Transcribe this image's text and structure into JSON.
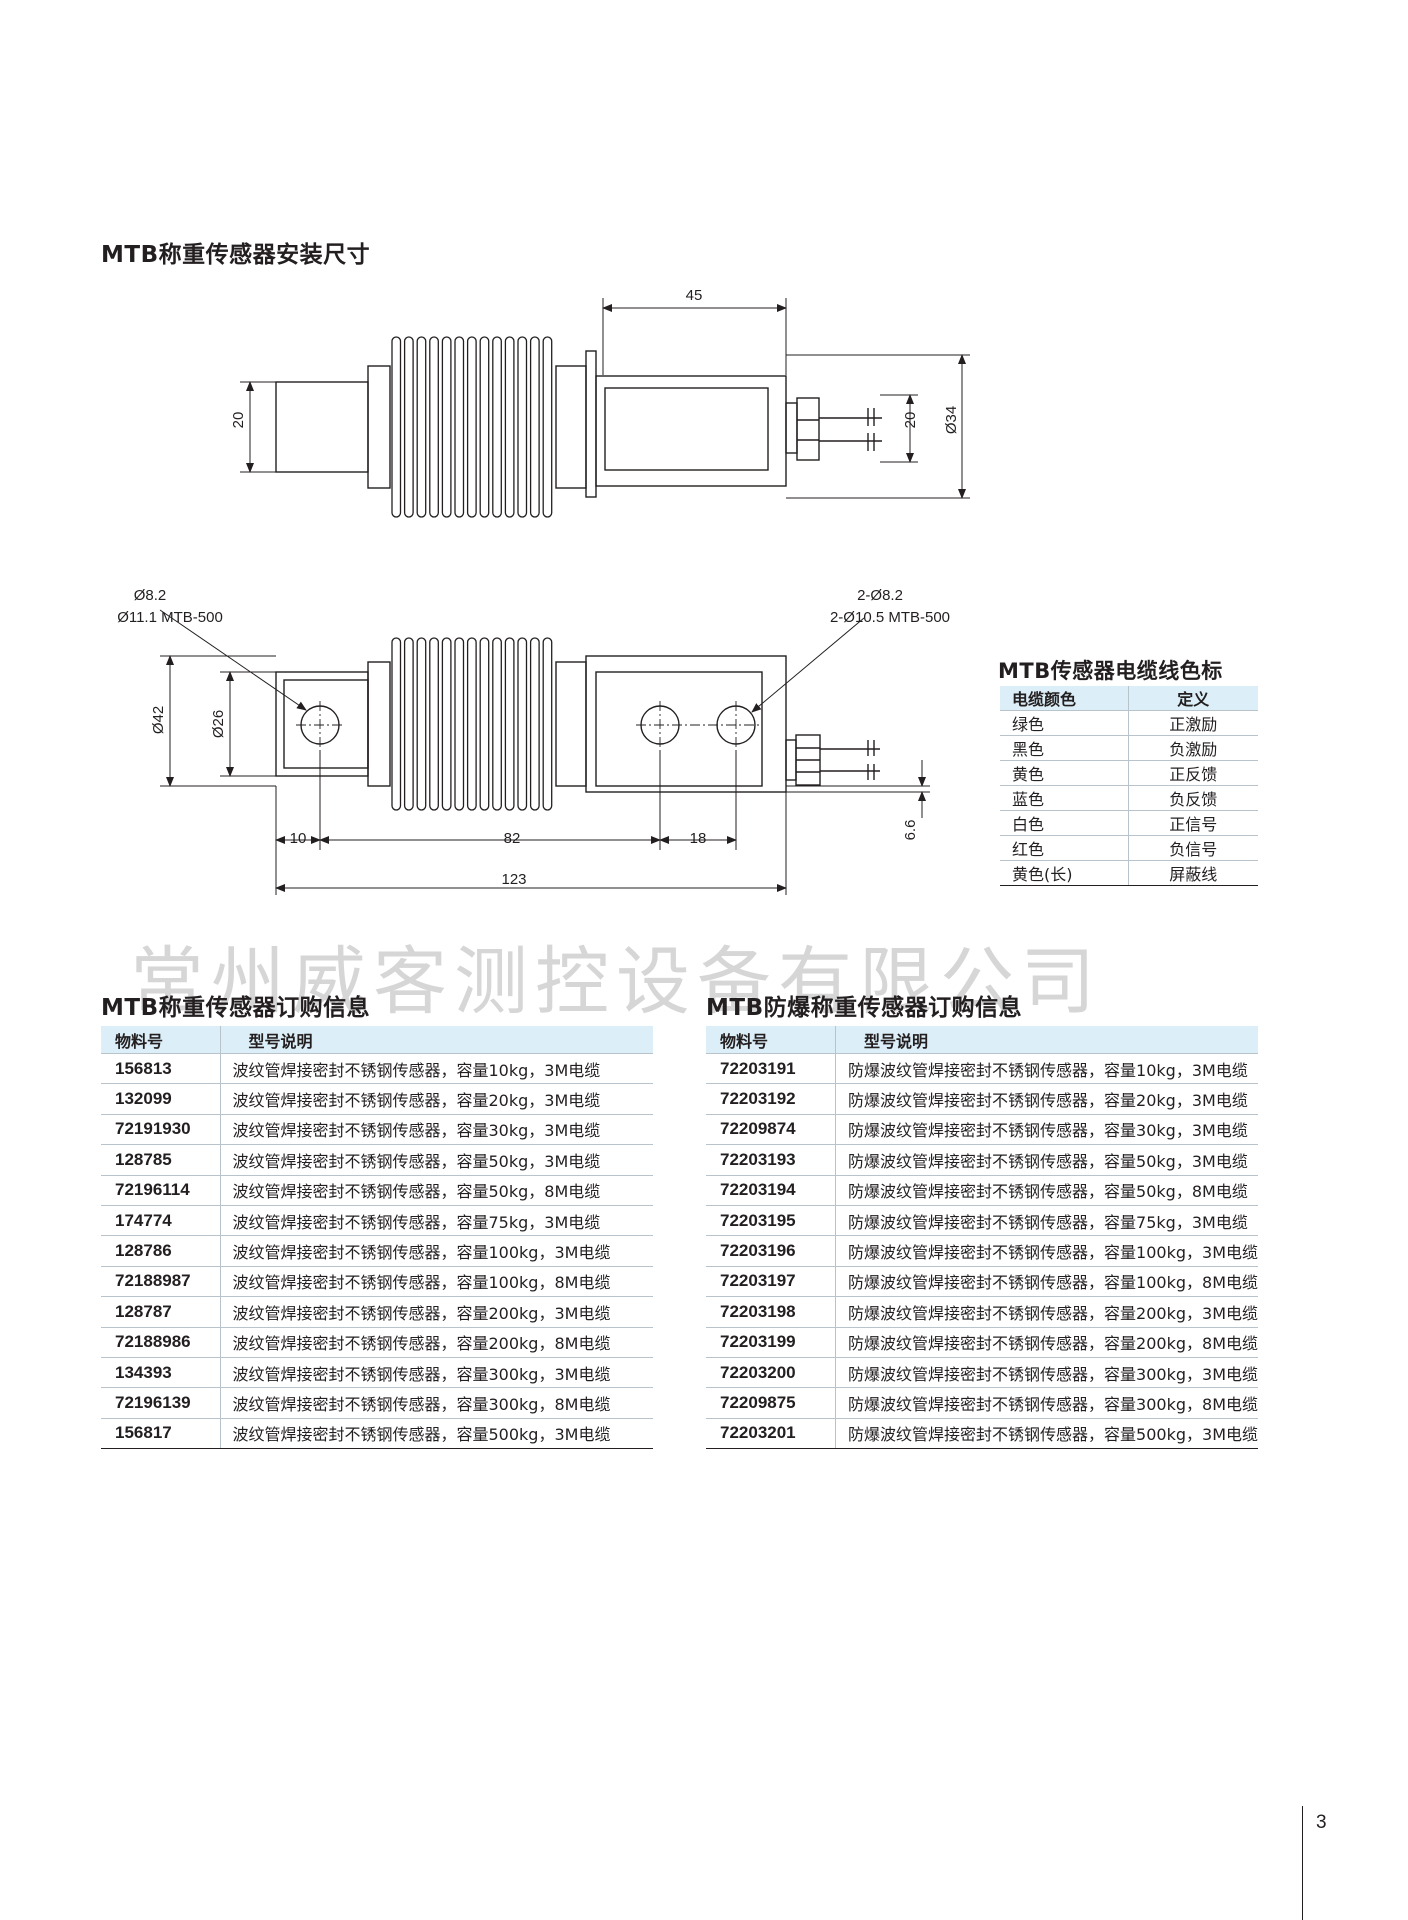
{
  "headings": {
    "install": "MTB称重传感器安装尺寸",
    "cable": "MTB传感器电缆线色标",
    "order_std": "MTB称重传感器订购信息",
    "order_ex": "MTB防爆称重传感器订购信息"
  },
  "watermark": "常州威客测控设备有限公司",
  "drawing": {
    "dim_45": "45",
    "dim_20_left": "20",
    "dim_20_right": "20",
    "dim_34": "Ø34",
    "hole_left_1": "Ø8.2",
    "hole_left_2": "Ø11.1 MTB-500",
    "hole_right_1": "2-Ø8.2",
    "hole_right_2": "2-Ø10.5 MTB-500",
    "dim_42": "Ø42",
    "dim_26": "Ø26",
    "dim_10": "10",
    "dim_82": "82",
    "dim_18": "18",
    "dim_123": "123",
    "dim_6_6": "6.6"
  },
  "cable_table": {
    "headers": [
      "电缆颜色",
      "定义"
    ],
    "rows": [
      [
        "绿色",
        "正激励"
      ],
      [
        "黑色",
        "负激励"
      ],
      [
        "黄色",
        "正反馈"
      ],
      [
        "蓝色",
        "负反馈"
      ],
      [
        "白色",
        "正信号"
      ],
      [
        "红色",
        "负信号"
      ],
      [
        "黄色(长)",
        "屏蔽线"
      ]
    ]
  },
  "order_std": {
    "headers": [
      "物料号",
      "型号说明"
    ],
    "rows": [
      [
        "156813",
        "波纹管焊接密封不锈钢传感器，容量10kg，3M电缆"
      ],
      [
        "132099",
        "波纹管焊接密封不锈钢传感器，容量20kg，3M电缆"
      ],
      [
        "72191930",
        "波纹管焊接密封不锈钢传感器，容量30kg，3M电缆"
      ],
      [
        "128785",
        "波纹管焊接密封不锈钢传感器，容量50kg，3M电缆"
      ],
      [
        "72196114",
        "波纹管焊接密封不锈钢传感器，容量50kg，8M电缆"
      ],
      [
        "174774",
        "波纹管焊接密封不锈钢传感器，容量75kg，3M电缆"
      ],
      [
        "128786",
        "波纹管焊接密封不锈钢传感器，容量100kg，3M电缆"
      ],
      [
        "72188987",
        "波纹管焊接密封不锈钢传感器，容量100kg，8M电缆"
      ],
      [
        "128787",
        "波纹管焊接密封不锈钢传感器，容量200kg，3M电缆"
      ],
      [
        "72188986",
        "波纹管焊接密封不锈钢传感器，容量200kg，8M电缆"
      ],
      [
        "134393",
        "波纹管焊接密封不锈钢传感器，容量300kg，3M电缆"
      ],
      [
        "72196139",
        "波纹管焊接密封不锈钢传感器，容量300kg，8M电缆"
      ],
      [
        "156817",
        "波纹管焊接密封不锈钢传感器，容量500kg，3M电缆"
      ]
    ]
  },
  "order_ex": {
    "headers": [
      "物料号",
      "型号说明"
    ],
    "rows": [
      [
        "72203191",
        "防爆波纹管焊接密封不锈钢传感器，容量10kg，3M电缆"
      ],
      [
        "72203192",
        "防爆波纹管焊接密封不锈钢传感器，容量20kg，3M电缆"
      ],
      [
        "72209874",
        "防爆波纹管焊接密封不锈钢传感器，容量30kg，3M电缆"
      ],
      [
        "72203193",
        "防爆波纹管焊接密封不锈钢传感器，容量50kg，3M电缆"
      ],
      [
        "72203194",
        "防爆波纹管焊接密封不锈钢传感器，容量50kg，8M电缆"
      ],
      [
        "72203195",
        "防爆波纹管焊接密封不锈钢传感器，容量75kg，3M电缆"
      ],
      [
        "72203196",
        "防爆波纹管焊接密封不锈钢传感器，容量100kg，3M电缆"
      ],
      [
        "72203197",
        "防爆波纹管焊接密封不锈钢传感器，容量100kg，8M电缆"
      ],
      [
        "72203198",
        "防爆波纹管焊接密封不锈钢传感器，容量200kg，3M电缆"
      ],
      [
        "72203199",
        "防爆波纹管焊接密封不锈钢传感器，容量200kg，8M电缆"
      ],
      [
        "72203200",
        "防爆波纹管焊接密封不锈钢传感器，容量300kg，3M电缆"
      ],
      [
        "72209875",
        "防爆波纹管焊接密封不锈钢传感器，容量300kg，8M电缆"
      ],
      [
        "72203201",
        "防爆波纹管焊接密封不锈钢传感器，容量500kg，3M电缆"
      ]
    ]
  },
  "page_number": "3"
}
